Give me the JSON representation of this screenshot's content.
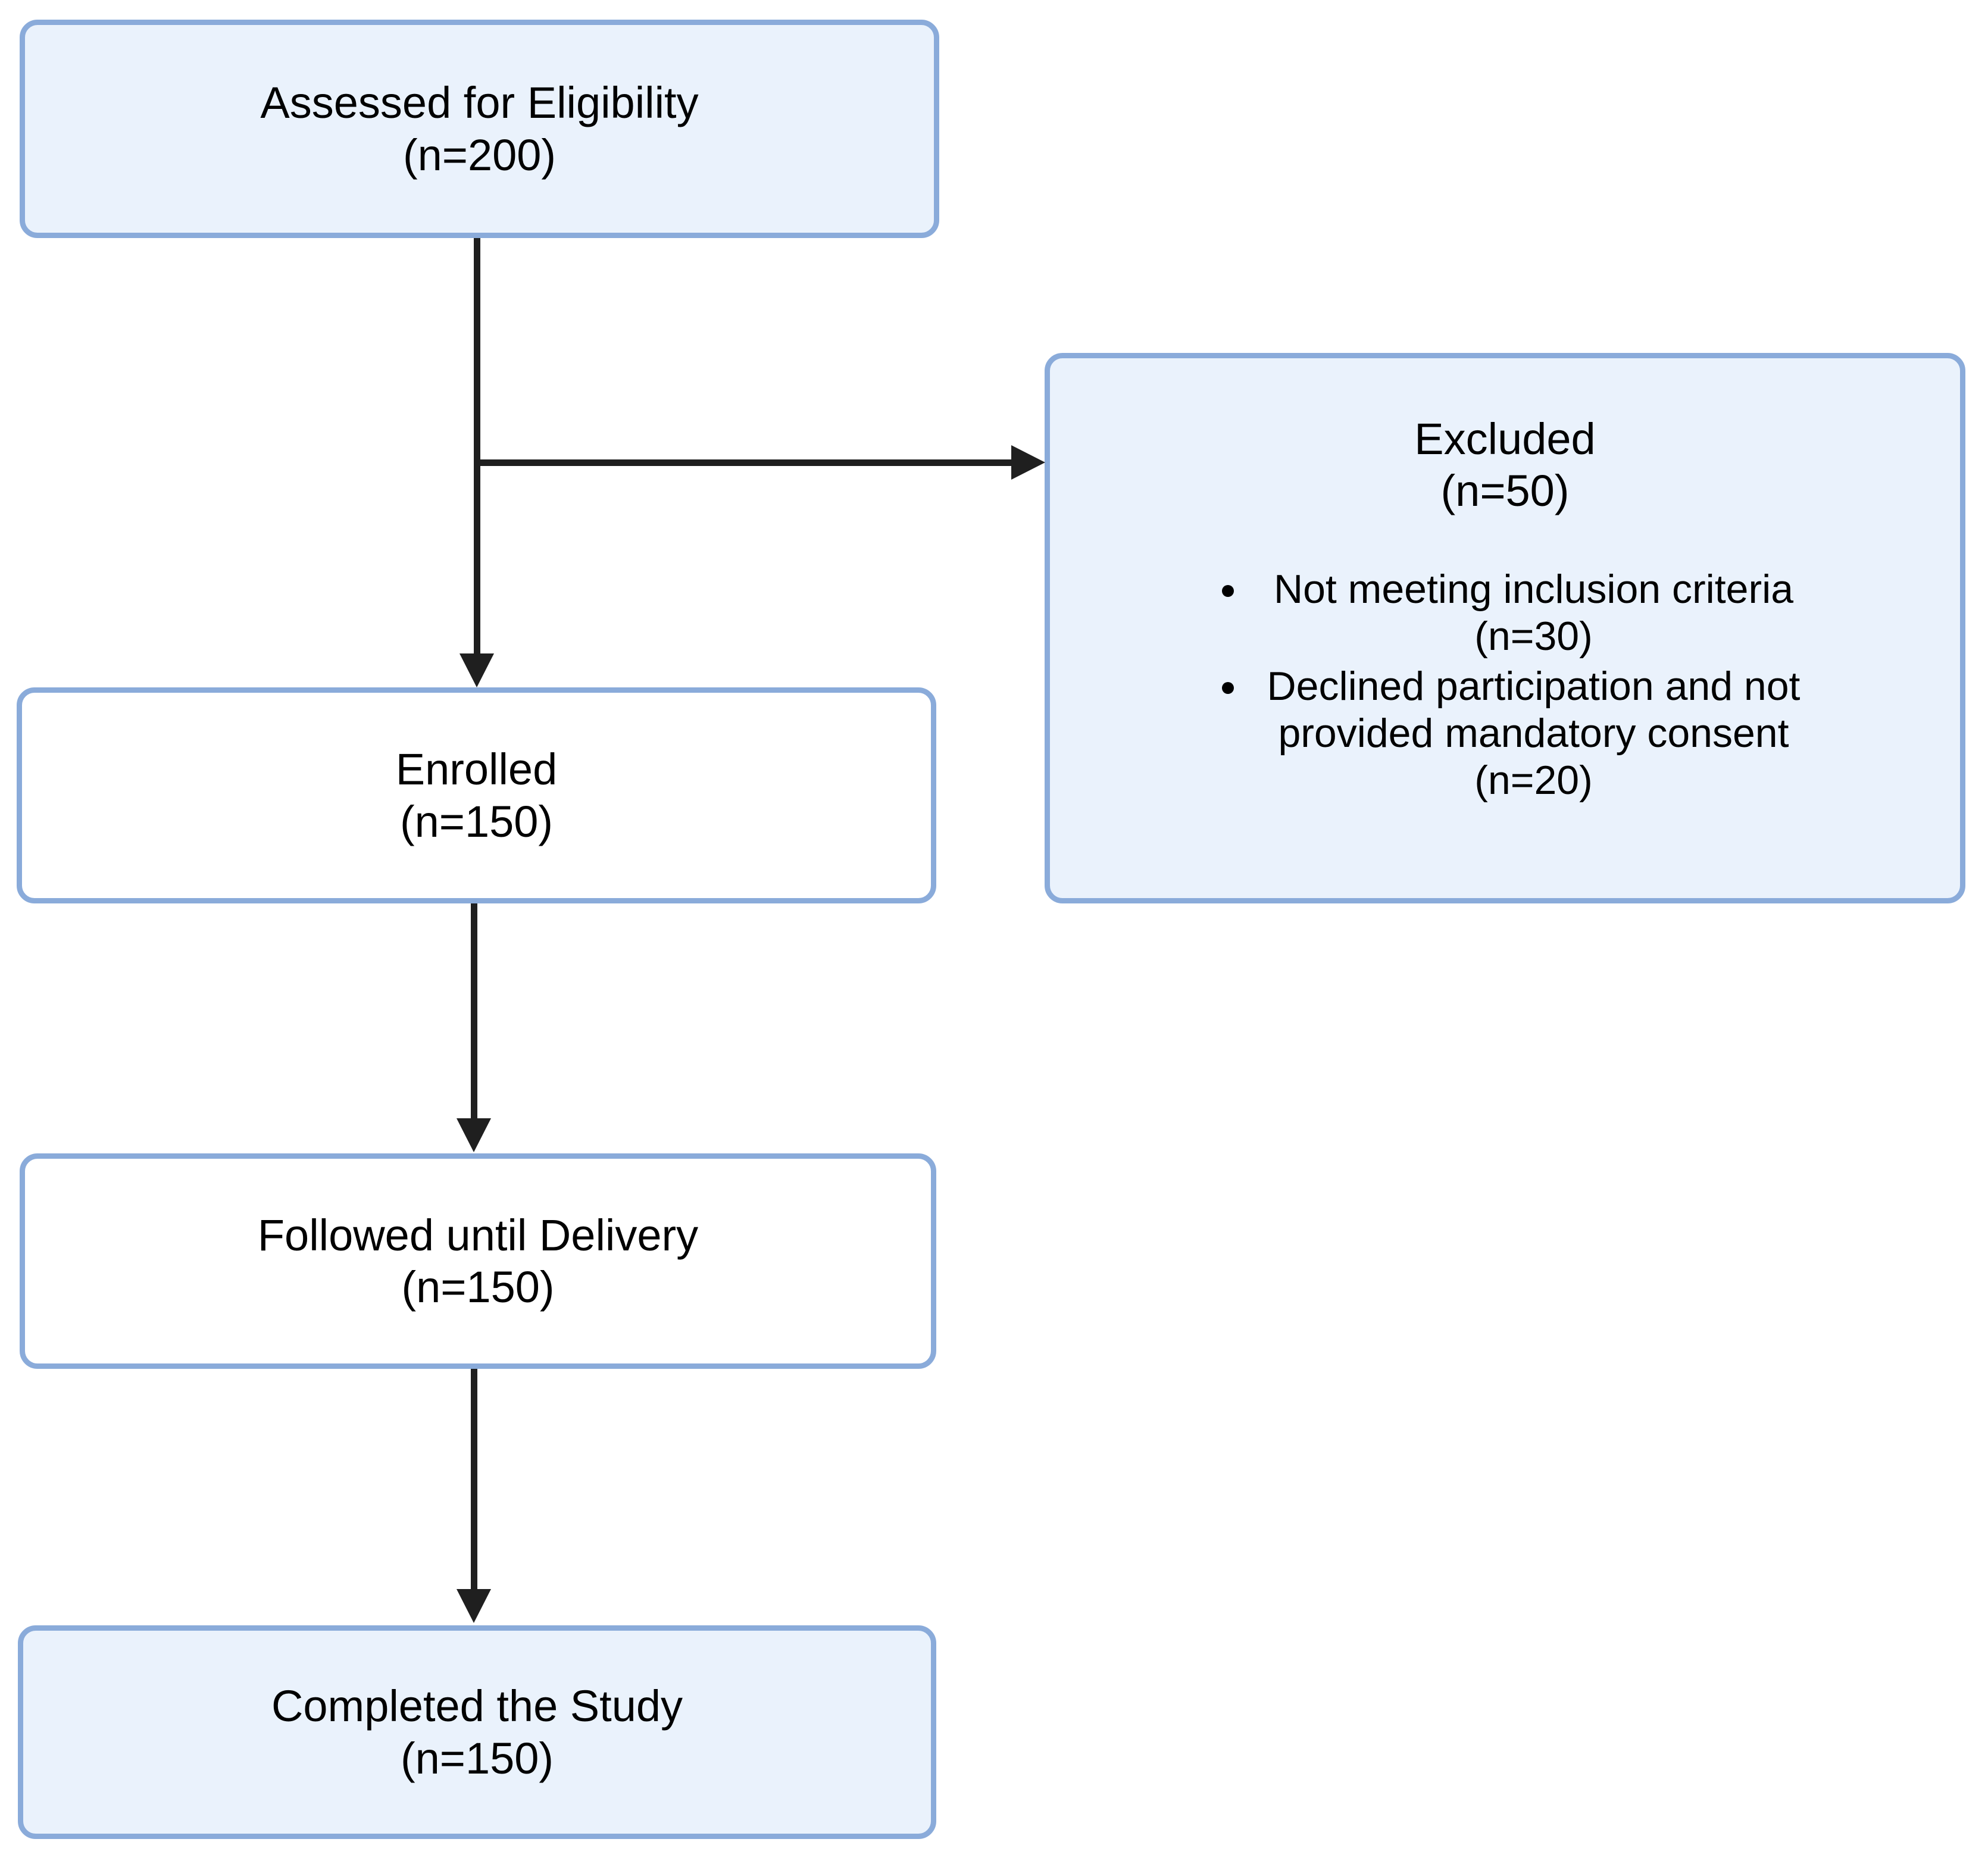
{
  "diagram": {
    "type": "participant-flow-chart",
    "colors": {
      "node_border": "#8aabda",
      "node_fill_highlight": "#eaf2fc",
      "node_fill_plain": "#ffffff",
      "connector": "#1f1f1f",
      "text": "#000000",
      "background": "#ffffff"
    },
    "nodes": [
      {
        "id": "assessed",
        "title": "Assessed for Eligibility",
        "count": "(n=200)",
        "fill": "highlight"
      },
      {
        "id": "excluded",
        "title": "Excluded",
        "count": "(n=50)",
        "fill": "highlight",
        "bullets": [
          {
            "text": "Not meeting inclusion criteria",
            "count": "(n=30)"
          },
          {
            "text": "Declined participation and not provided mandatory consent",
            "count": "(n=20)"
          }
        ]
      },
      {
        "id": "enrolled",
        "title": "Enrolled",
        "count": "(n=150)",
        "fill": "plain"
      },
      {
        "id": "followed",
        "title": "Followed until Delivery",
        "count": "(n=150)",
        "fill": "plain"
      },
      {
        "id": "completed",
        "title": "Completed the Study",
        "count": "(n=150)",
        "fill": "highlight"
      }
    ],
    "connectors": [
      {
        "id": "assessed-enrolled",
        "from": "assessed",
        "to": "enrolled",
        "direction": "down",
        "arrow": true
      },
      {
        "id": "assessed-excluded",
        "from": "assessed",
        "to": "excluded",
        "direction": "right",
        "arrow": true
      },
      {
        "id": "enrolled-followed",
        "from": "enrolled",
        "to": "followed",
        "direction": "down",
        "arrow": true
      },
      {
        "id": "followed-completed",
        "from": "followed",
        "to": "completed",
        "direction": "down",
        "arrow": true
      }
    ]
  }
}
